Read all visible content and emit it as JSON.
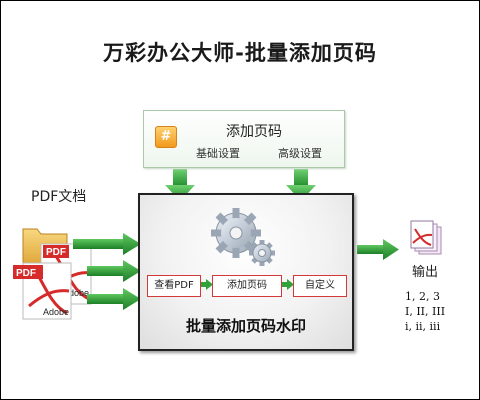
{
  "title": "万彩办公大师-批量添加页码",
  "top_panel": {
    "icon": "hash-icon",
    "icon_glyph": "#",
    "title": "添加页码",
    "option_basic": "基础设置",
    "option_advanced": "高级设置"
  },
  "input_label": "PDF文档",
  "pdf_icons": {
    "adobe_label": "Adobe"
  },
  "process": {
    "steps": [
      "查看PDF",
      "添加页码",
      "自定义"
    ],
    "caption": "批量添加页码水印"
  },
  "output": {
    "label": "输出",
    "numbering_styles": [
      "1, 2, 3",
      "I, II, III",
      "i, ii, iii"
    ]
  },
  "colors": {
    "arrow_green": "#2fa33a",
    "step_border": "#d23a3a",
    "pdf_red": "#d62b2b",
    "folder_yellow": "#e7b341"
  }
}
